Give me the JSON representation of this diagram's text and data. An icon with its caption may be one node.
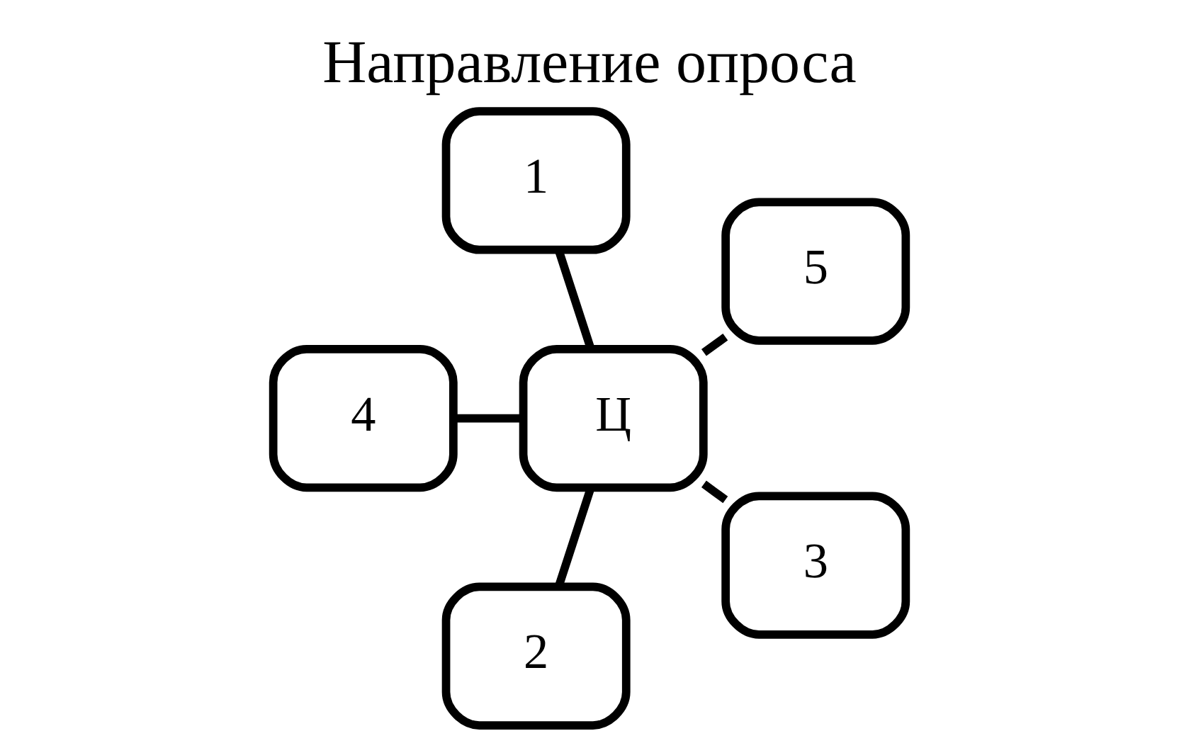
{
  "diagram": {
    "title": "Направление опроса",
    "nodes": [
      {
        "text": [
          "5"
        ]
      },
      {
        "text": [
          "1"
        ]
      },
      {
        "text": [
          "Ц"
        ]
      },
      {
        "text": [
          "4"
        ]
      },
      {
        "text": [
          "2"
        ]
      },
      {
        "text": [
          "3"
        ]
      }
    ],
    "edges": [
      {
        "from": 2,
        "to": 0,
        "arrow": "none"
      },
      {
        "from": 2,
        "to": 1,
        "arrow": "none"
      },
      {
        "from": 2,
        "to": 3,
        "arrow": "none"
      },
      {
        "from": 2,
        "to": 4,
        "arrow": "none"
      },
      {
        "from": 2,
        "to": 5,
        "arrow": "none"
      }
    ]
  }
}
